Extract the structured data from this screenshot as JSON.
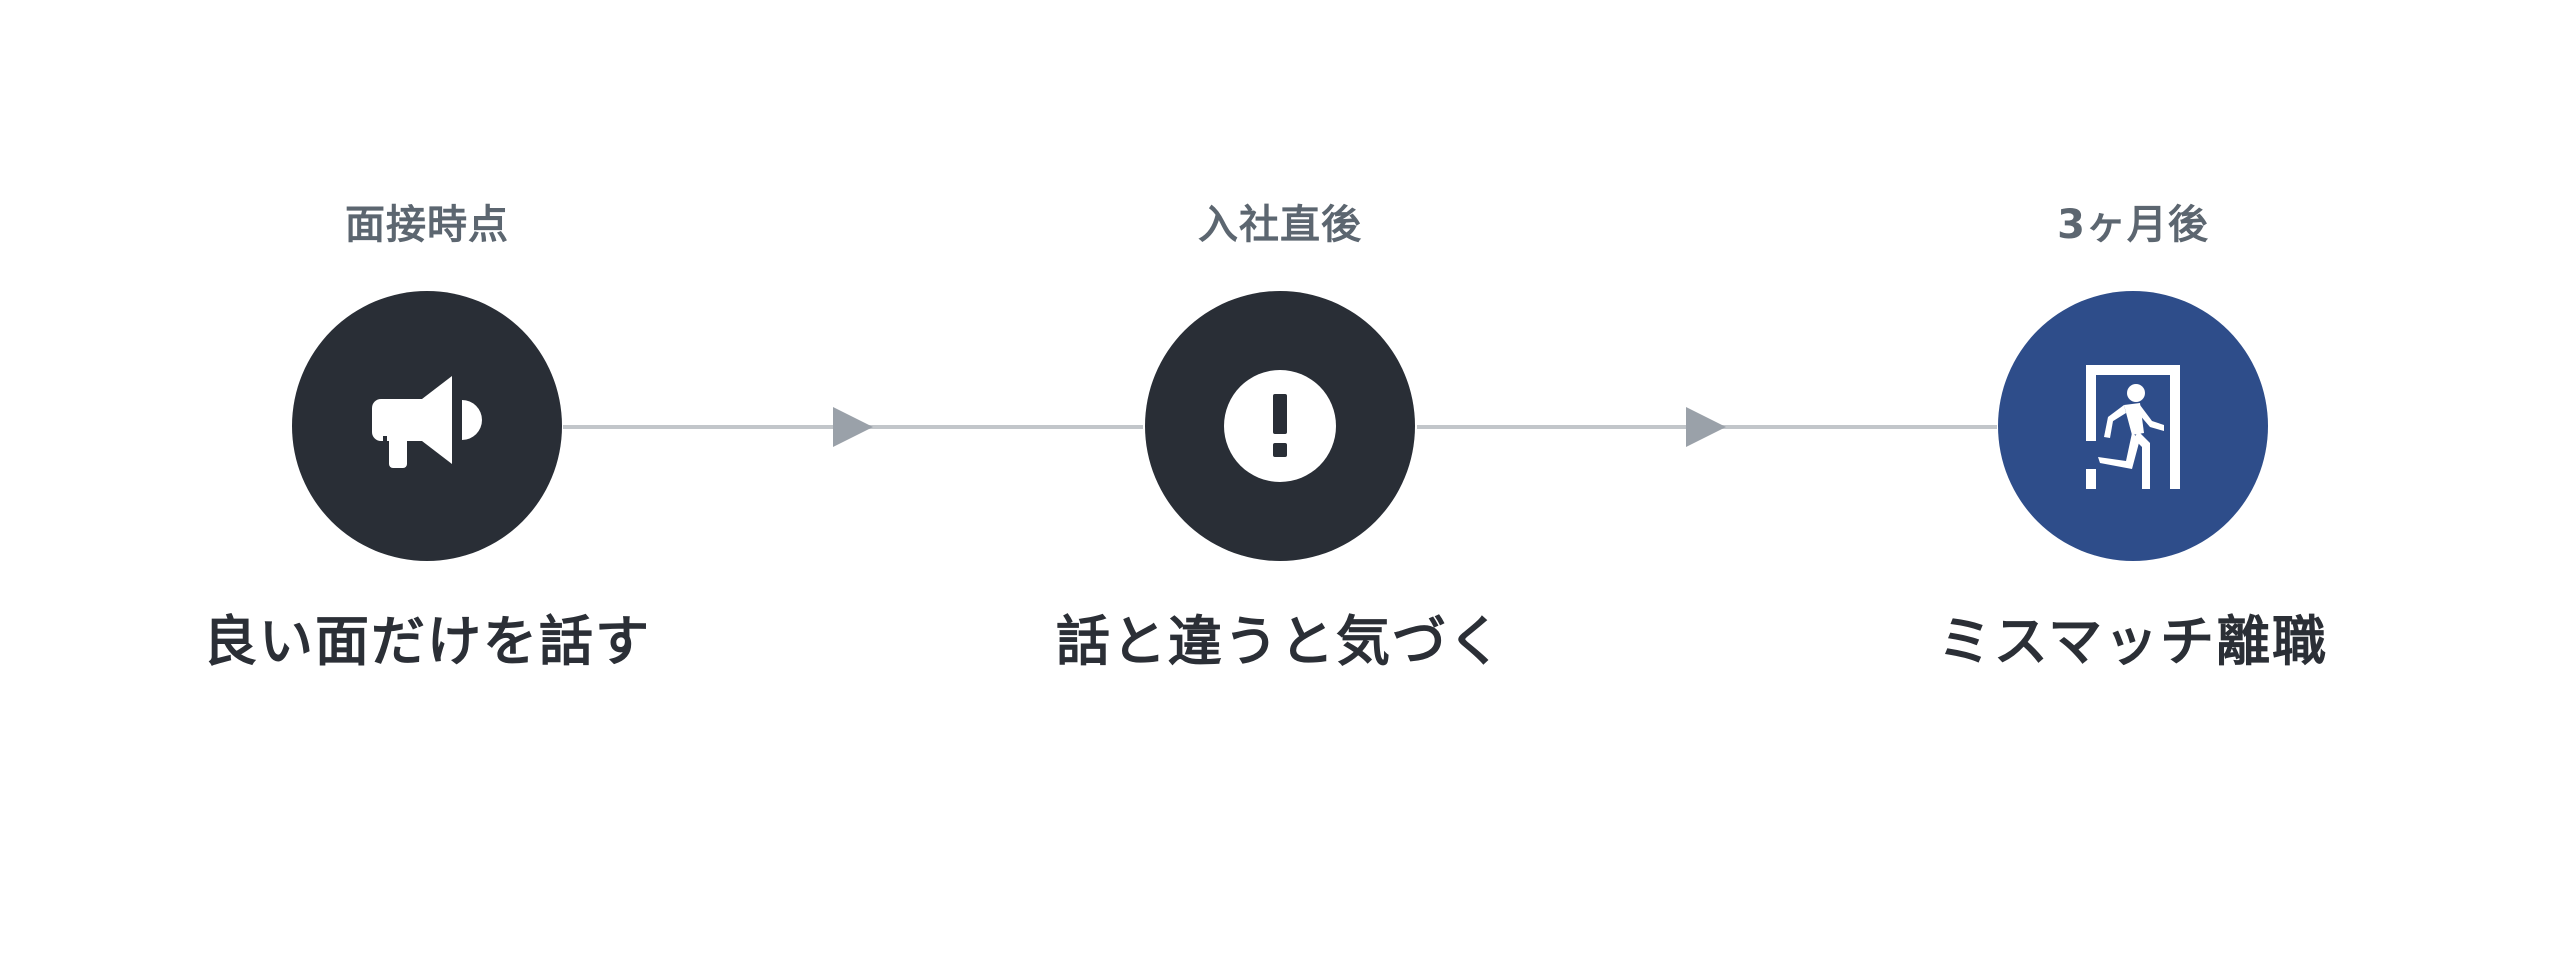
{
  "steps": [
    {
      "time_label": "面接時点",
      "caption": "良い面だけを話す",
      "icon": "megaphone-icon",
      "circle_color": "#292e36"
    },
    {
      "time_label": "入社直後",
      "caption": "話と違うと気づく",
      "icon": "exclamation-icon",
      "circle_color": "#292e36"
    },
    {
      "time_label": "3ヶ月後",
      "caption": "ミスマッチ離職",
      "icon": "exit-door-icon",
      "circle_color": "#2e4d8a"
    }
  ],
  "colors": {
    "connector_line": "#c2c6ca",
    "arrow_head": "#9aa1a9",
    "time_label_text": "#5c6670",
    "caption_text": "#2b2f36",
    "icon_fill": "#ffffff"
  }
}
